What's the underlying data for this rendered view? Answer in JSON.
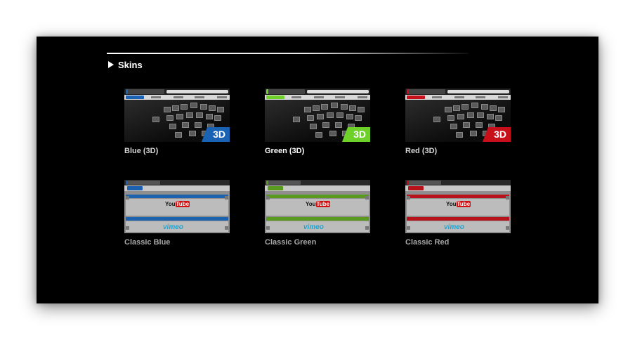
{
  "section": {
    "title": "Skins"
  },
  "skins": [
    {
      "label": "Blue (3D)",
      "accent": "#1a63b4",
      "badge": "3D",
      "style": "3d",
      "caption_color": "#d8d8d8"
    },
    {
      "label": "Green (3D)",
      "accent": "#6ed12a",
      "badge": "3D",
      "style": "3d",
      "caption_color": "#ffffff"
    },
    {
      "label": "Red (3D)",
      "accent": "#c8101a",
      "badge": "3D",
      "style": "3d",
      "caption_color": "#d8d8d8"
    },
    {
      "label": "Classic Blue",
      "accent": "#1c62ae",
      "style": "classic",
      "caption_color": "#a8a8a8",
      "yt": "You",
      "yt2": "Tube",
      "vimeo": "vimeo"
    },
    {
      "label": "Classic Green",
      "accent": "#5a9a1e",
      "style": "classic",
      "caption_color": "#a8a8a8",
      "yt": "You",
      "yt2": "Tube",
      "vimeo": "vimeo"
    },
    {
      "label": "Classic Red",
      "accent": "#b8121a",
      "style": "classic",
      "caption_color": "#a8a8a8",
      "yt": "You",
      "yt2": "Tube",
      "vimeo": "vimeo"
    }
  ]
}
